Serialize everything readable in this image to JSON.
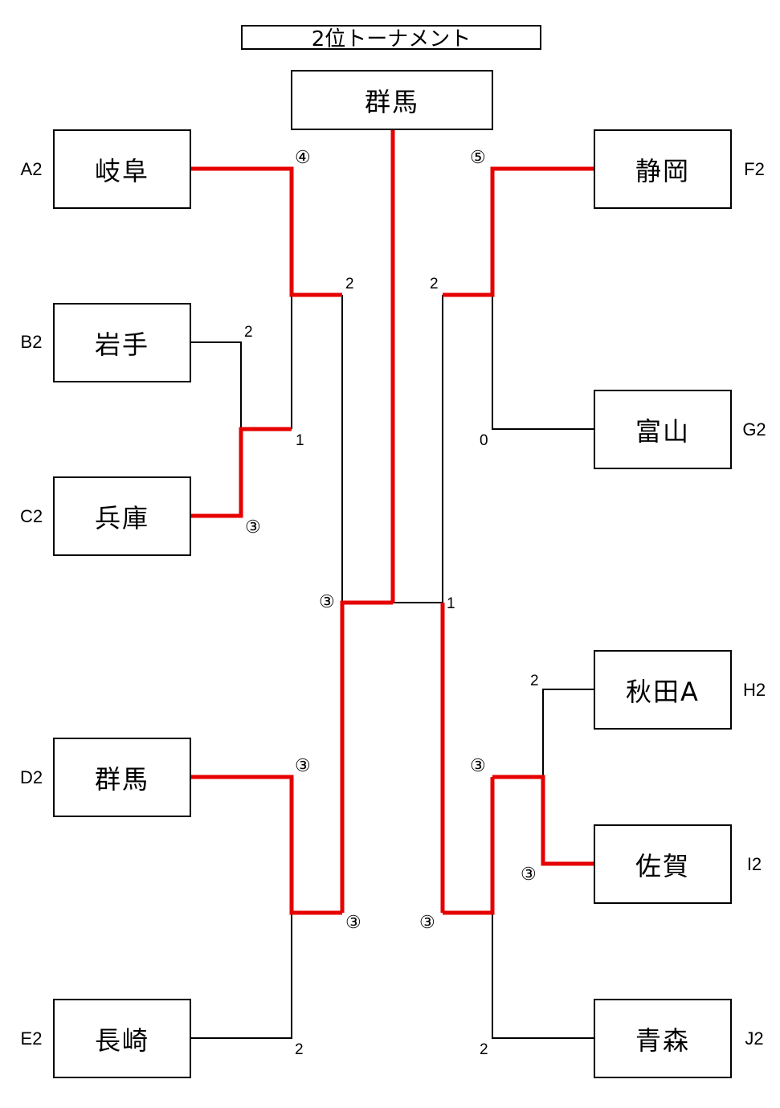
{
  "title": "2位トーナメント",
  "colors": {
    "winner_line": "#e60000",
    "line": "#000000"
  },
  "champion": "群馬",
  "teams": [
    {
      "seed": "A2",
      "name": "岐阜"
    },
    {
      "seed": "B2",
      "name": "岩手"
    },
    {
      "seed": "C2",
      "name": "兵庫"
    },
    {
      "seed": "D2",
      "name": "群馬"
    },
    {
      "seed": "E2",
      "name": "長崎"
    },
    {
      "seed": "F2",
      "name": "静岡"
    },
    {
      "seed": "G2",
      "name": "富山"
    },
    {
      "seed": "H2",
      "name": "秋田A"
    },
    {
      "seed": "I2",
      "name": "佐賀"
    },
    {
      "seed": "J2",
      "name": "青森"
    }
  ],
  "scores": {
    "b_vs_c_b": "2",
    "b_vs_c_c": "③",
    "a_vs_bc_a": "④",
    "a_vs_bc_bc": "1",
    "sf1_top": "2",
    "d_vs_e_d": "③",
    "d_vs_e_e": "2",
    "sf1_bottom": "③",
    "final_left": "③",
    "final_right": "1",
    "f_vs_g_f": "⑤",
    "f_vs_g_g": "0",
    "sf2_top": "2",
    "h_vs_i_h": "2",
    "h_vs_i_i": "③",
    "hi_vs_j_hi": "③",
    "hi_vs_j_j": "2",
    "sf2_bottom": "③"
  }
}
